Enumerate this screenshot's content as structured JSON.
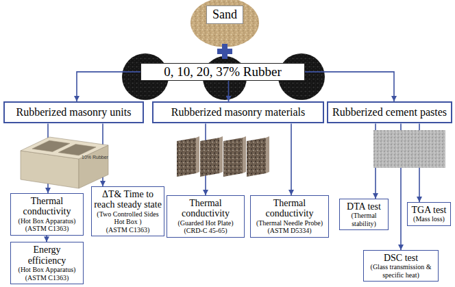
{
  "diagram": {
    "nodes": [
      {
        "text": [
          "Sand"
        ]
      },
      {
        "text": [
          "0, 10, 20, 37% Rubber"
        ]
      },
      {
        "text": [
          "Rubberized masonry units"
        ]
      },
      {
        "text": [
          "Rubberized masonry materials"
        ]
      },
      {
        "text": [
          "Rubberized cement pastes"
        ]
      },
      {
        "text": [
          "Thermal conductivity",
          "(Hot Box Apparatus)",
          "(ASTM C1363)"
        ]
      },
      {
        "text": [
          "ΔT& Time to reach steady state",
          "(Two Controlled Sides Hot Box )",
          "(ASTM C1363)"
        ]
      },
      {
        "text": [
          "Energy efficiency",
          "(Hot Box Apparatus)",
          "(ASTM C1363)"
        ]
      },
      {
        "text": [
          "Thermal conductivity",
          "(Guarded Hot Plate)",
          "(CRD-C 45-65)"
        ]
      },
      {
        "text": [
          "Thermal conductivity",
          "(Thermal Needle Probe)",
          "(ASTM D5334)"
        ]
      },
      {
        "text": [
          "DTA test",
          "(Thermal stability)"
        ]
      },
      {
        "text": [
          "TGA test",
          "(Mass loss)"
        ]
      },
      {
        "text": [
          "DSC test",
          "(Glass transmission & specific heat)"
        ]
      }
    ],
    "edges": [
      {
        "from": 1,
        "to": 2,
        "arrow": "to"
      },
      {
        "from": 1,
        "to": 3,
        "arrow": "to"
      },
      {
        "from": 1,
        "to": 4,
        "arrow": "to"
      },
      {
        "from": 2,
        "to": 5,
        "arrow": "to"
      },
      {
        "from": 2,
        "to": 6,
        "arrow": "to"
      },
      {
        "from": 5,
        "to": 7,
        "arrow": "to"
      },
      {
        "from": 3,
        "to": 8,
        "arrow": "to"
      },
      {
        "from": 3,
        "to": 9,
        "arrow": "to"
      },
      {
        "from": 4,
        "to": 10,
        "arrow": "to"
      },
      {
        "from": 4,
        "to": 11,
        "arrow": "to"
      },
      {
        "from": 4,
        "to": 12,
        "arrow": "to"
      }
    ],
    "labels": [
      "10% Rubber"
    ]
  }
}
